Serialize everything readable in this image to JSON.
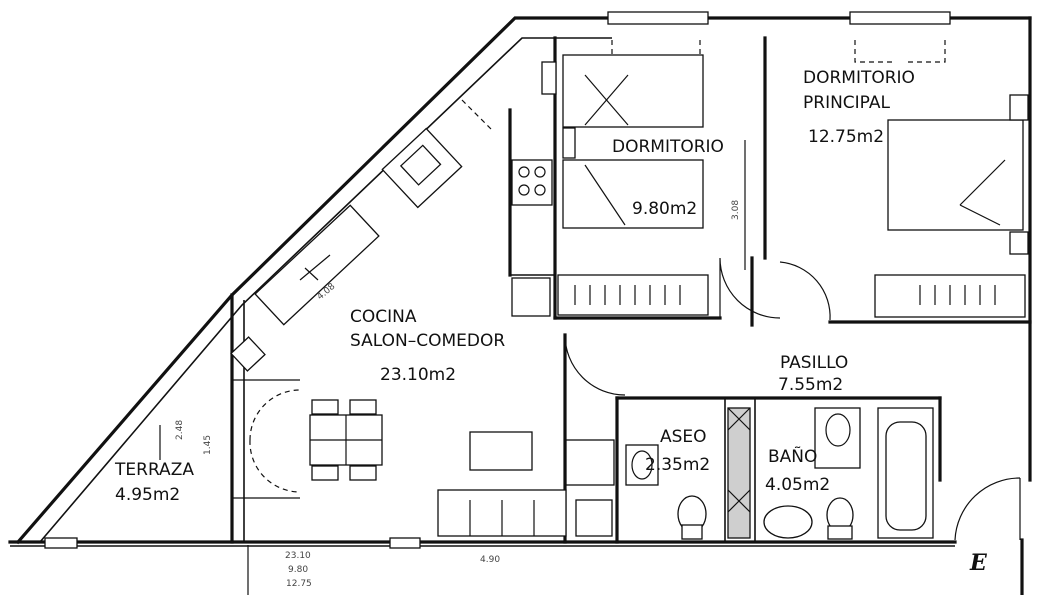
{
  "rooms": {
    "dormitorio_principal": {
      "name_line1": "DORMITORIO",
      "name_line2": "PRINCIPAL",
      "area": "12.75m2"
    },
    "dormitorio": {
      "name": "DORMITORIO",
      "area": "9.80m2"
    },
    "cocina": {
      "name_line1": "COCINA",
      "name_line2": "SALON–COMEDOR",
      "area": "23.10m2"
    },
    "pasillo": {
      "name": "PASILLO",
      "area": "7.55m2"
    },
    "aseo": {
      "name": "ASEO",
      "area": "2.35m2"
    },
    "bano": {
      "name": "BAÑO",
      "area": "4.05m2"
    },
    "terraza": {
      "name": "TERRAZA",
      "area": "4.95m2"
    }
  },
  "annotations": {
    "entrance": "E",
    "dim_dormitorio": "3.08",
    "dim_cocina": "4.08",
    "dim_terraza_a": "2.48",
    "dim_terraza_b": "1.45",
    "dim_bottom": "4.90",
    "sum_1": "23.10",
    "sum_2": "9.80",
    "sum_3": "12.75"
  }
}
